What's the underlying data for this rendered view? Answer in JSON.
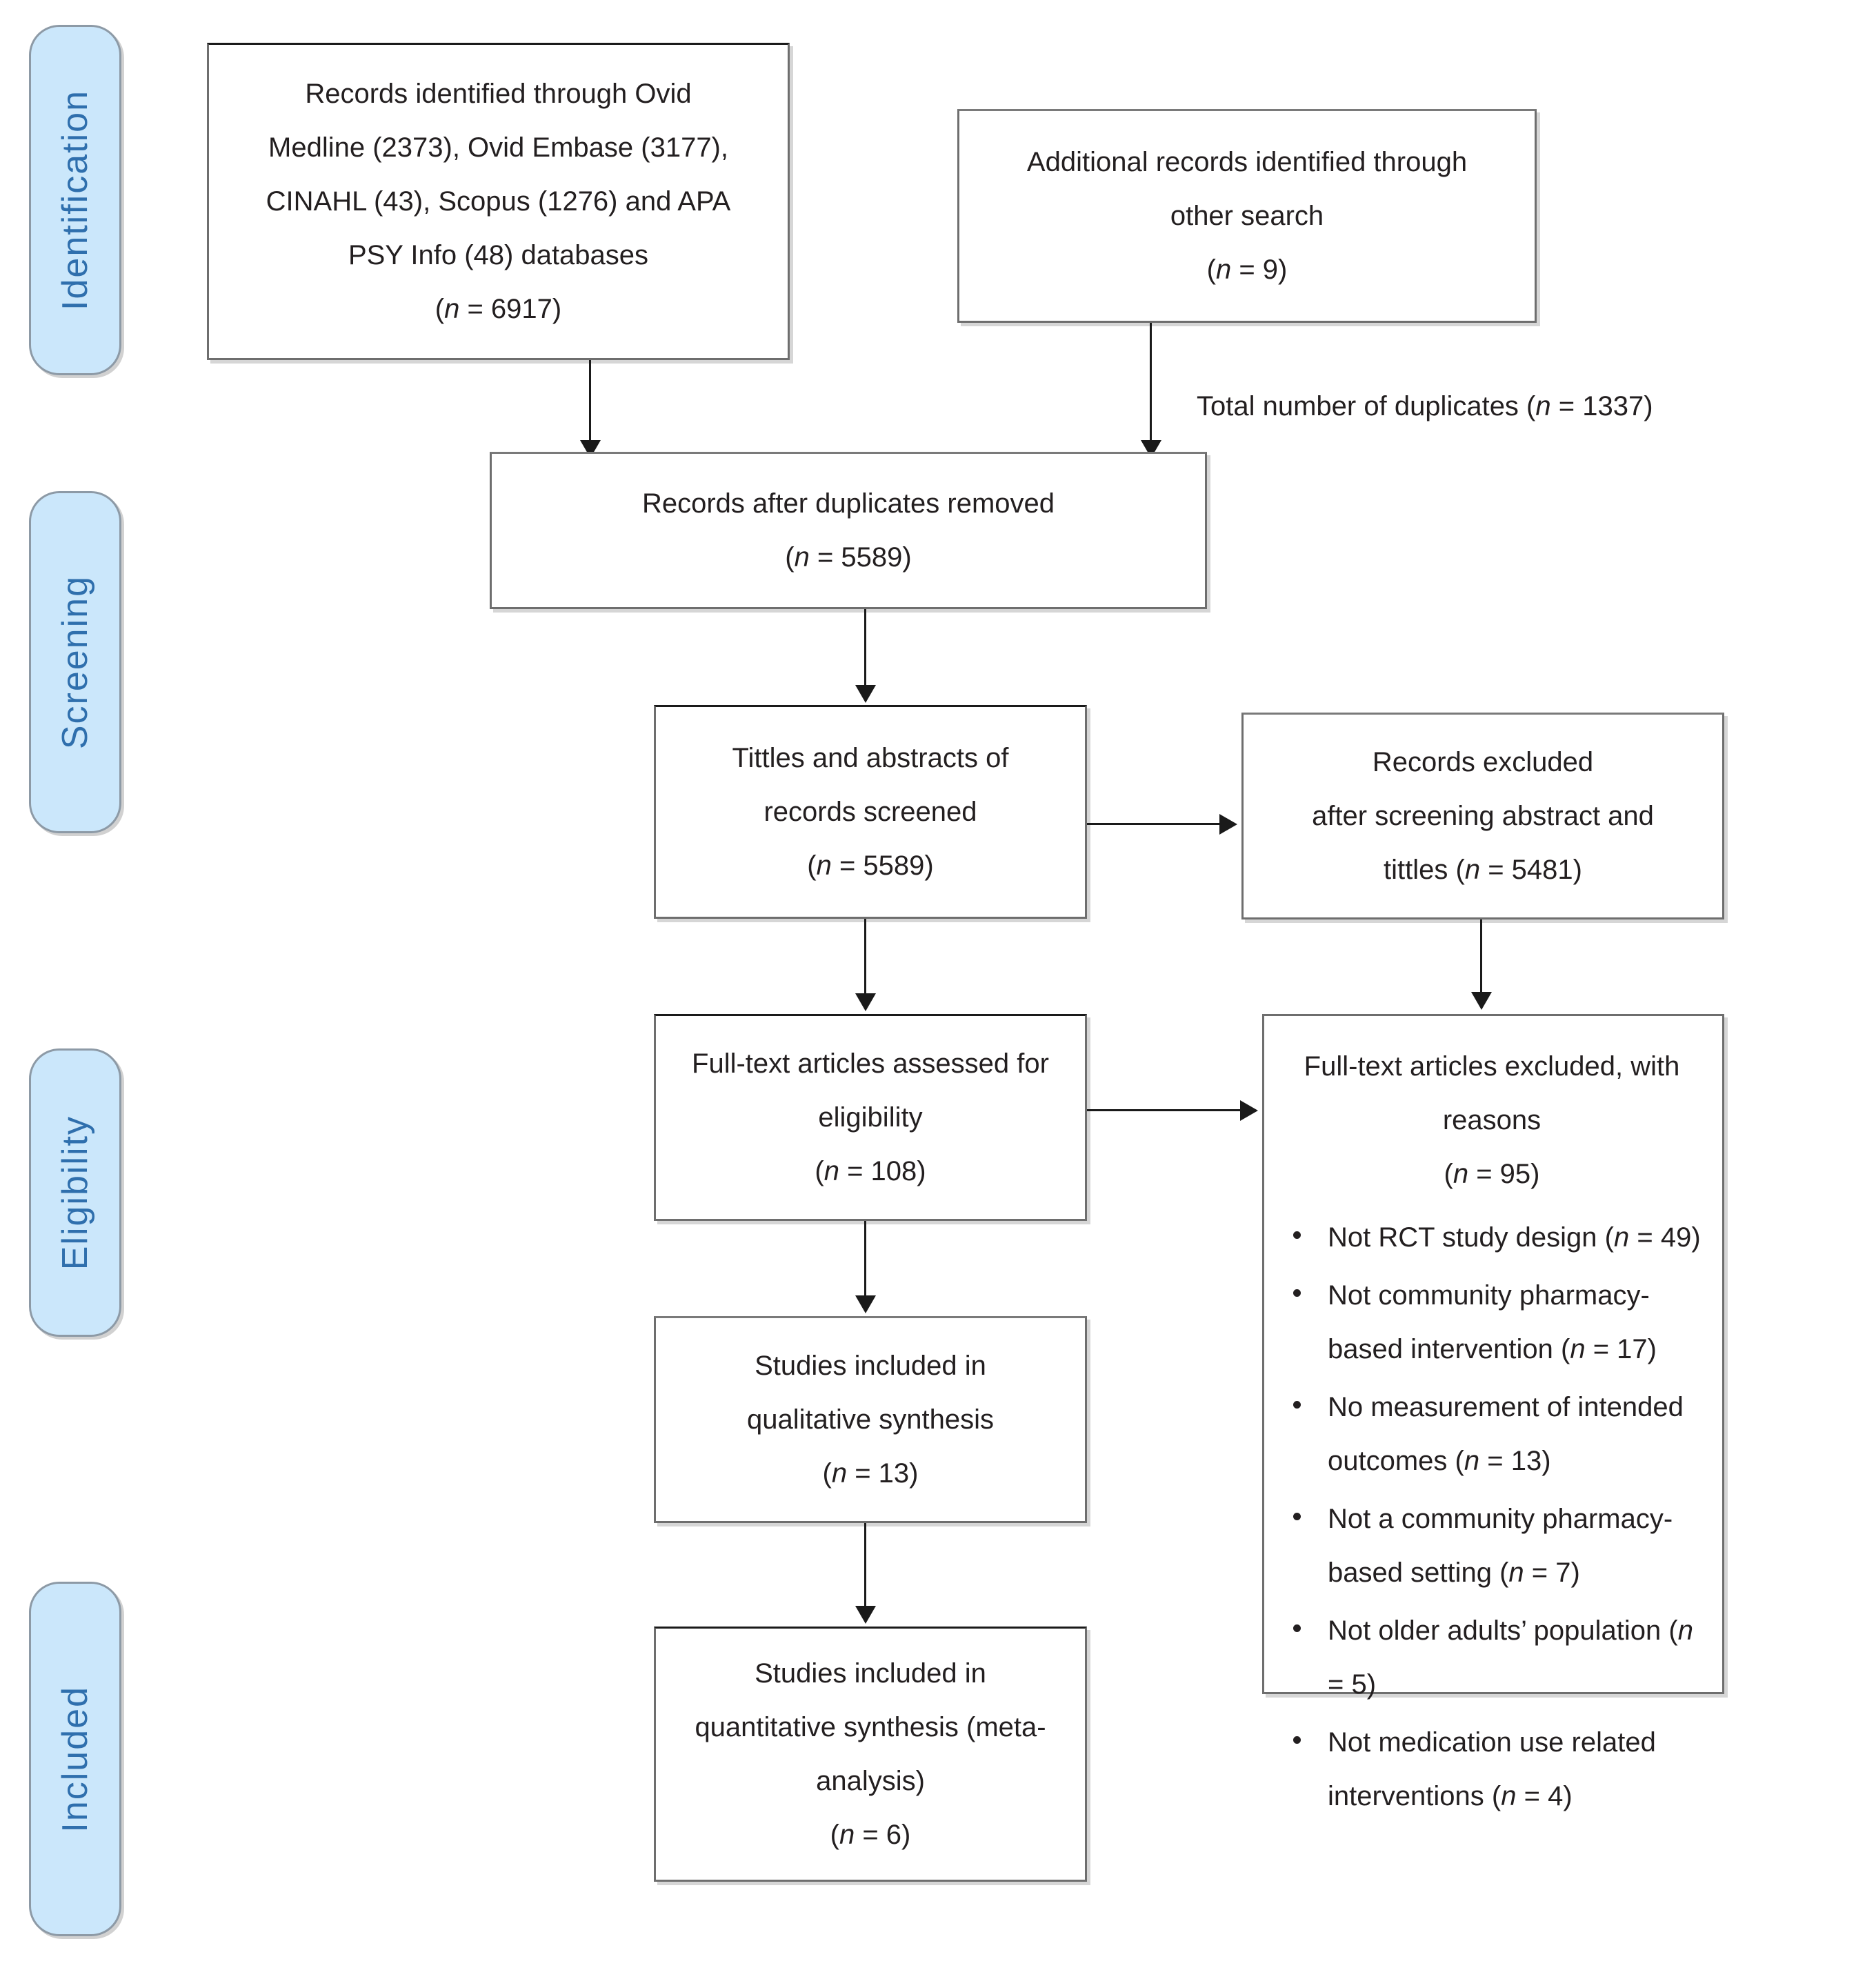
{
  "diagram": {
    "title": "PRISMA study selection flow diagram",
    "accent_blue": "#cbe7fb",
    "label_blue": "#2f6fad",
    "box_border": "#6e6e6e",
    "text_color": "#231f20"
  },
  "stages": [
    {
      "id": "identification",
      "label": "Identification"
    },
    {
      "id": "screening",
      "label": "Screening"
    },
    {
      "id": "eligibility",
      "label": "Eligibility"
    },
    {
      "id": "included",
      "label": "Included"
    }
  ],
  "boxes": {
    "records_identified": {
      "line1": "Records identified through Ovid",
      "line2": "Medline (2373), Ovid Embase (3177),",
      "line3": "CINAHL (43), Scopus (1276) and APA",
      "line4": "PSY Info (48) databases",
      "n_prefix": "(",
      "n_italic": "n",
      "n_value": " = 6917)"
    },
    "additional_records": {
      "line1": "Additional records identified through",
      "line2": "other search",
      "n_prefix": "(",
      "n_italic": "n",
      "n_value": " = 9)"
    },
    "duplicates_caption": {
      "text_before": "Total number of duplicates (",
      "n_italic": "n",
      "text_after": " = 1337)"
    },
    "after_duplicates": {
      "line1": "Records after duplicates removed",
      "n_prefix": "(",
      "n_italic": "n",
      "n_value": " = 5589)"
    },
    "titles_screened": {
      "line1": "Tittles and abstracts of",
      "line2": "records screened",
      "n_prefix": "(",
      "n_italic": "n",
      "n_value": " = 5589)"
    },
    "records_excluded": {
      "line1": "Records excluded",
      "line2": "after screening abstract and",
      "line3_before": "tittles (",
      "line3_italic": "n",
      "line3_after": " = 5481)"
    },
    "fulltext_assessed": {
      "line1": "Full-text articles assessed for",
      "line2": "eligibility",
      "n_prefix": "(",
      "n_italic": "n",
      "n_value": " = 108)"
    },
    "fulltext_excluded": {
      "heading": "Full-text articles excluded, with reasons",
      "n_prefix": "(",
      "n_italic": "n",
      "n_value": " = 95)",
      "reasons": [
        {
          "text_before": "Not RCT study design (",
          "n_italic": "n",
          "text_after": " = 49)"
        },
        {
          "text_before": "Not community pharmacy-based intervention (",
          "n_italic": "n",
          "text_after": " = 17)"
        },
        {
          "text_before": "No measurement of intended outcomes (",
          "n_italic": "n",
          "text_after": " = 13)"
        },
        {
          "text_before": "Not a community pharmacy-based setting (",
          "n_italic": "n",
          "text_after": " = 7)"
        },
        {
          "text_before": "Not older adults’ population (",
          "n_italic": "n",
          "text_after": " = 5)"
        },
        {
          "text_before": "Not medication use related interventions (",
          "n_italic": "n",
          "text_after": " = 4)"
        }
      ]
    },
    "qualitative": {
      "line1": "Studies included in",
      "line2": "qualitative synthesis",
      "n_prefix": "(",
      "n_italic": "n",
      "n_value": " = 13)"
    },
    "quantitative": {
      "line1": "Studies included in",
      "line2": "quantitative synthesis (meta-",
      "line3": "analysis)",
      "n_prefix": "(",
      "n_italic": "n",
      "n_value": " = 6)"
    }
  }
}
